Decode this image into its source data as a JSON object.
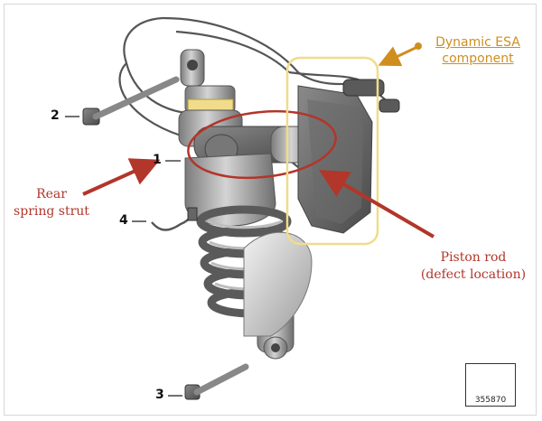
{
  "labels": {
    "esa_line1": "Dynamic ESA",
    "esa_line2": "component",
    "rear_line1": "Rear",
    "rear_line2": "spring strut",
    "piston_line1": "Piston rod",
    "piston_line2": "(defect location)"
  },
  "callouts": {
    "n1": "1",
    "n2": "2",
    "n3": "3",
    "n4": "4"
  },
  "corner": {
    "code": "355870"
  },
  "colors": {
    "annotation_red": "#b2362a",
    "esa_orange": "#d08e1f",
    "highlight_yellow": "#f0dc8a"
  }
}
